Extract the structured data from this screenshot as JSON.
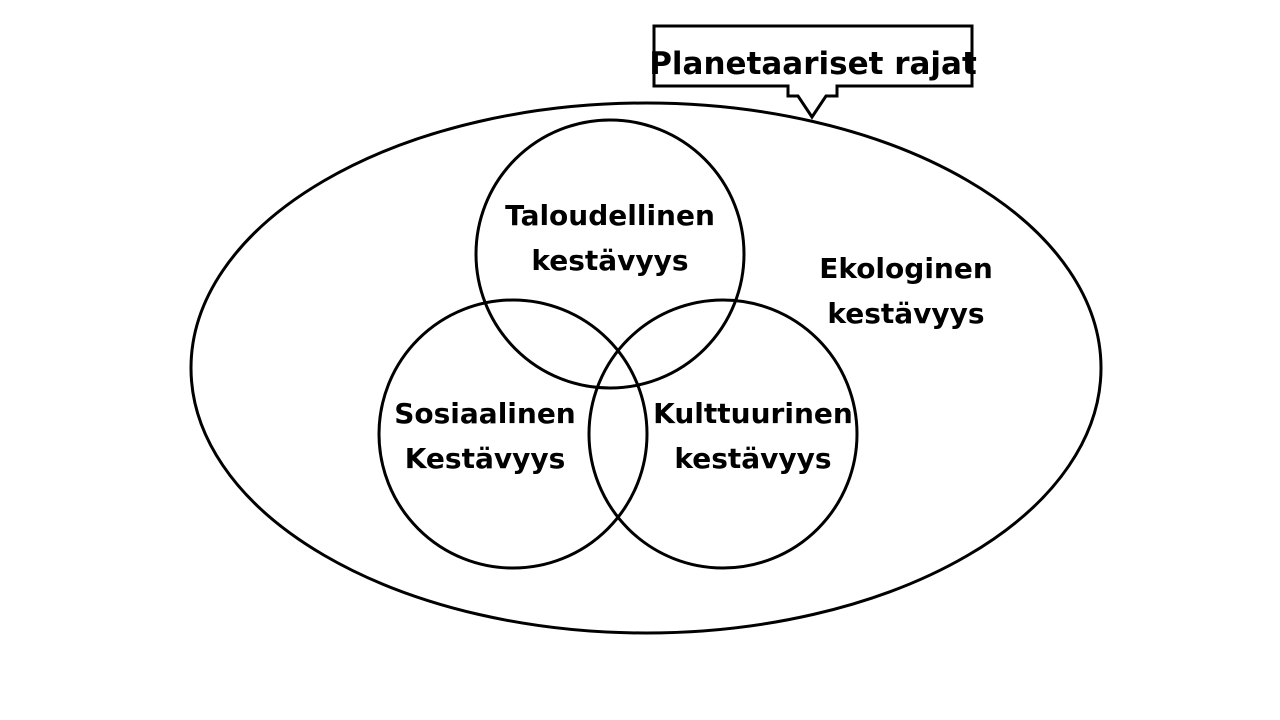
{
  "callout": {
    "label": "Planetaariset rajat"
  },
  "outer": {
    "line1": "Ekologinen",
    "line2": "kestävyys"
  },
  "circles": {
    "top": {
      "line1": "Taloudellinen",
      "line2": "kestävyys"
    },
    "left": {
      "line1": "Sosiaalinen",
      "line2": "Kestävyys"
    },
    "right": {
      "line1": "Kulttuurinen",
      "line2": "kestävyys"
    }
  }
}
